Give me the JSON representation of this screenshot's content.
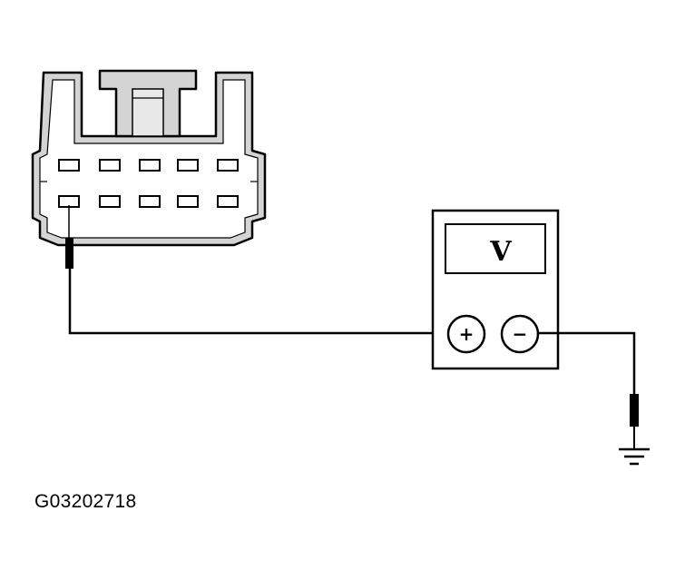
{
  "figure": {
    "id": "G03202718"
  },
  "voltmeter": {
    "display_unit": "V",
    "positive_terminal": "+",
    "negative_terminal": "−"
  },
  "connector": {
    "rows": 2,
    "pins_per_row": 5,
    "probed_pin": {
      "row": 2,
      "column": 1
    }
  },
  "colors": {
    "line": "#000000",
    "body_fill": "#ffffff",
    "shade": "#d4d4d4"
  }
}
